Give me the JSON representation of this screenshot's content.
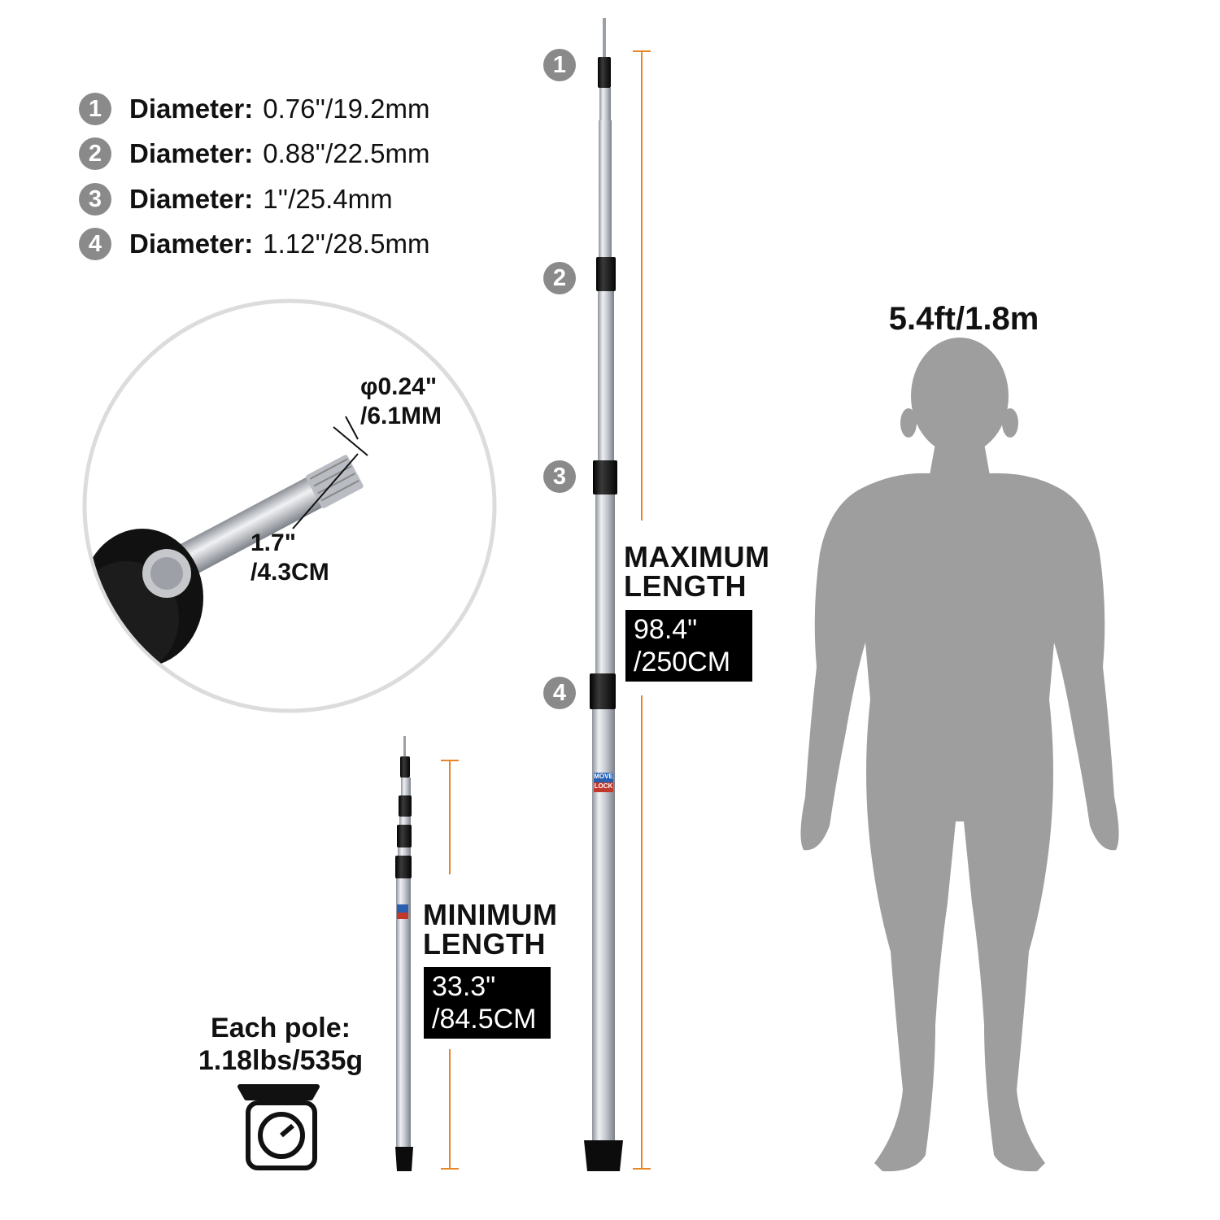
{
  "specs": [
    {
      "num": "1",
      "label": "Diameter:",
      "value": "0.76''/19.2mm"
    },
    {
      "num": "2",
      "label": "Diameter:",
      "value": "0.88''/22.5mm"
    },
    {
      "num": "3",
      "label": "Diameter:",
      "value": "1''/25.4mm"
    },
    {
      "num": "4",
      "label": "Diameter:",
      "value": "1.12''/28.5mm"
    }
  ],
  "pole_markers": [
    "1",
    "2",
    "3",
    "4"
  ],
  "detail": {
    "tip_diameter_line1": "φ0.24\"",
    "tip_diameter_line2": "/6.1MM",
    "tip_length_line1": "1.7\"",
    "tip_length_line2": "/4.3CM"
  },
  "max_length": {
    "title_line1": "MAXIMUM",
    "title_line2": "LENGTH",
    "value_line1": "98.4\"",
    "value_line2": "/250CM"
  },
  "min_length": {
    "title_line1": "MINIMUM",
    "title_line2": "LENGTH",
    "value_line1": "33.3\"",
    "value_line2": "/84.5CM"
  },
  "weight": {
    "line1": "Each pole:",
    "line2": "1.18lbs/535g"
  },
  "human_height": "5.4ft/1.8m",
  "label_text": {
    "line1": "MOVE",
    "line2": "LOCK"
  },
  "colors": {
    "badge": "#8a8a8a",
    "dimension_line": "#e8862a",
    "silhouette": "#9e9e9e",
    "pole_silver": "#c9ccd2",
    "pole_band": "#1a1a1a"
  }
}
